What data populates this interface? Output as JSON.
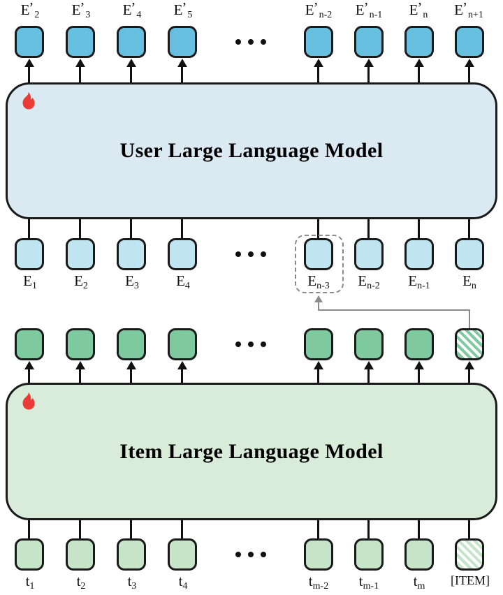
{
  "diagram": {
    "title": "Dual Large Language Model recommendation architecture",
    "colors": {
      "output_embedding_box": "#67c0e0",
      "input_embedding_box": "#bfe6f0",
      "item_output_token_box": "#7fc99e",
      "item_input_token_box": "#c5e4c8",
      "user_llm_panel": "#dbe9f2",
      "item_llm_panel": "#d9ecda",
      "flame_icon": "#ea3b37",
      "connector_gray": "#8a8a8a",
      "stroke": "#1a1a1a"
    },
    "ellipsis": "•••",
    "rows": {
      "user_output": {
        "name": "user-llm-output-embeddings",
        "labels_position": "above",
        "items": [
          {
            "base": "E",
            "prime": true,
            "sub": "2"
          },
          {
            "base": "E",
            "prime": true,
            "sub": "3"
          },
          {
            "base": "E",
            "prime": true,
            "sub": "4"
          },
          {
            "base": "E",
            "prime": true,
            "sub": "5"
          },
          {
            "base": "E",
            "prime": true,
            "sub": "n-2"
          },
          {
            "base": "E",
            "prime": true,
            "sub": "n-1"
          },
          {
            "base": "E",
            "prime": true,
            "sub": "n"
          },
          {
            "base": "E",
            "prime": true,
            "sub": "n+1"
          }
        ]
      },
      "user_input": {
        "name": "user-llm-input-embeddings",
        "labels_position": "below",
        "items": [
          {
            "base": "E",
            "prime": false,
            "sub": "1"
          },
          {
            "base": "E",
            "prime": false,
            "sub": "2"
          },
          {
            "base": "E",
            "prime": false,
            "sub": "3"
          },
          {
            "base": "E",
            "prime": false,
            "sub": "4"
          },
          {
            "base": "E",
            "prime": false,
            "sub": "n-3",
            "highlighted": true
          },
          {
            "base": "E",
            "prime": false,
            "sub": "n-2"
          },
          {
            "base": "E",
            "prime": false,
            "sub": "n-1"
          },
          {
            "base": "E",
            "prime": false,
            "sub": "n"
          }
        ]
      },
      "item_output": {
        "name": "item-llm-output-tokens",
        "labels_position": "none",
        "items": [
          {
            "label": "",
            "hatched": false
          },
          {
            "label": "",
            "hatched": false
          },
          {
            "label": "",
            "hatched": false
          },
          {
            "label": "",
            "hatched": false
          },
          {
            "label": "",
            "hatched": false
          },
          {
            "label": "",
            "hatched": false
          },
          {
            "label": "",
            "hatched": false
          },
          {
            "label": "",
            "hatched": true
          }
        ]
      },
      "item_input": {
        "name": "item-llm-input-tokens",
        "labels_position": "below",
        "items": [
          {
            "base": "t",
            "sub": "1"
          },
          {
            "base": "t",
            "sub": "2"
          },
          {
            "base": "t",
            "sub": "3"
          },
          {
            "base": "t",
            "sub": "4"
          },
          {
            "base": "t",
            "sub": "m-2"
          },
          {
            "base": "t",
            "sub": "m-1"
          },
          {
            "base": "t",
            "sub": "m"
          },
          {
            "base": "[ITEM]",
            "sub": "",
            "hatched": true
          }
        ]
      }
    },
    "panels": {
      "user_llm": {
        "title": "User Large Language Model",
        "icon": "flame-icon",
        "trainable": true
      },
      "item_llm": {
        "title": "Item Large Language Model",
        "icon": "flame-icon",
        "trainable": true
      }
    }
  }
}
